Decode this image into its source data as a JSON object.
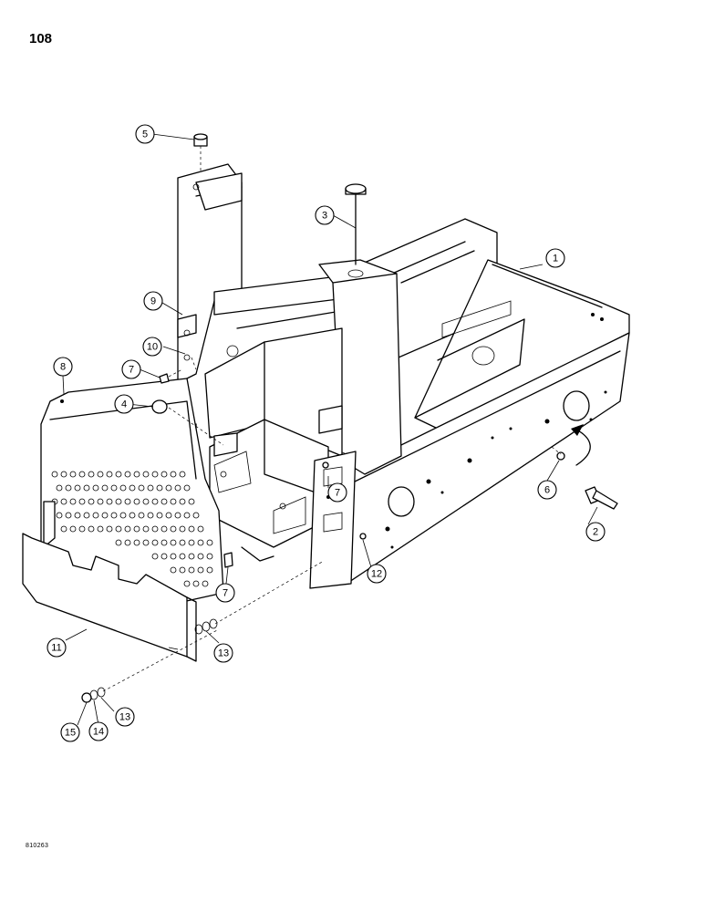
{
  "page_number": "108",
  "figure_code": "810263",
  "callouts": [
    {
      "label": "1"
    },
    {
      "label": "2"
    },
    {
      "label": "3"
    },
    {
      "label": "4"
    },
    {
      "label": "5"
    },
    {
      "label": "6"
    },
    {
      "label": "7"
    },
    {
      "label": "7"
    },
    {
      "label": "7"
    },
    {
      "label": "8"
    },
    {
      "label": "9"
    },
    {
      "label": "10"
    },
    {
      "label": "11"
    },
    {
      "label": "12"
    },
    {
      "label": "13"
    },
    {
      "label": "13"
    },
    {
      "label": "14"
    },
    {
      "label": "15"
    }
  ]
}
